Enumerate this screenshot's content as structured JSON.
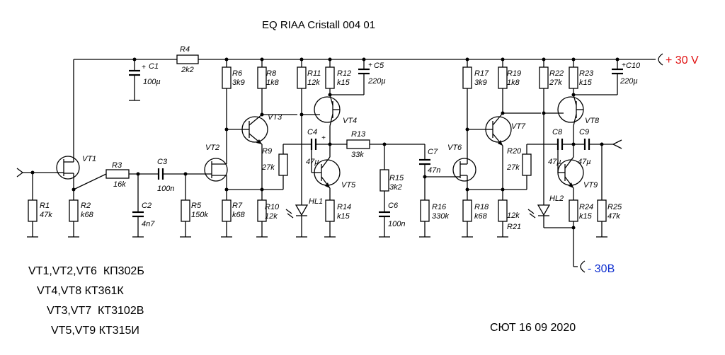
{
  "title": "EQ RIAA Cristall 004 01",
  "supply": {
    "plus": "+ 30 V",
    "minus": "- 30В",
    "plus_color": "#e01010",
    "minus_color": "#1030d0"
  },
  "signature": "СЮТ 16 09 2020",
  "transistor_notes": [
    "VT1,VT2,VT6  КП302Б",
    "VT4,VT8 КТ361К",
    "VT3,VT7  КТ3102В",
    "VT5,VT9 КТ315И"
  ],
  "components": {
    "C1": {
      "ref": "C1",
      "val": "100µ"
    },
    "C2": {
      "ref": "C2",
      "val": "4n7"
    },
    "C3": {
      "ref": "C3",
      "val": "100n"
    },
    "C4": {
      "ref": "C4",
      "val": "47µ"
    },
    "C5": {
      "ref": "C5",
      "val": "220µ"
    },
    "C6": {
      "ref": "C6",
      "val": "100n"
    },
    "C7": {
      "ref": "C7",
      "val": "47n"
    },
    "C8": {
      "ref": "C8",
      "val": "47µ"
    },
    "C9": {
      "ref": "C9",
      "val": "47µ"
    },
    "C10": {
      "ref": "C10",
      "val": "220µ"
    },
    "R1": {
      "ref": "R1",
      "val": "47k"
    },
    "R2": {
      "ref": "R2",
      "val": "k68"
    },
    "R3": {
      "ref": "R3",
      "val": "16k"
    },
    "R4": {
      "ref": "R4",
      "val": "2k2"
    },
    "R5": {
      "ref": "R5",
      "val": "150k"
    },
    "R6": {
      "ref": "R6",
      "val": "3k9"
    },
    "R7": {
      "ref": "R7",
      "val": "k68"
    },
    "R8": {
      "ref": "R8",
      "val": "1k8"
    },
    "R9": {
      "ref": "R9",
      "val": "27k"
    },
    "R10": {
      "ref": "R10",
      "val": "12k"
    },
    "R11": {
      "ref": "R11",
      "val": "12k"
    },
    "R12": {
      "ref": "R12",
      "val": "k15"
    },
    "R13": {
      "ref": "R13",
      "val": "33k"
    },
    "R14": {
      "ref": "R14",
      "val": "k15"
    },
    "R15": {
      "ref": "R15",
      "val": "3k2"
    },
    "R16": {
      "ref": "R16",
      "val": "330k"
    },
    "R17": {
      "ref": "R17",
      "val": "3k9"
    },
    "R18": {
      "ref": "R18",
      "val": "k68"
    },
    "R19": {
      "ref": "R19",
      "val": "1k8"
    },
    "R20": {
      "ref": "R20",
      "val": "27k"
    },
    "R21": {
      "ref": "R21",
      "val": "12k"
    },
    "R22": {
      "ref": "R22",
      "val": "27k"
    },
    "R23": {
      "ref": "R23",
      "val": "k15"
    },
    "R24": {
      "ref": "R24",
      "val": "k15"
    },
    "R25": {
      "ref": "R25",
      "val": "47k"
    },
    "VT1": {
      "ref": "VT1"
    },
    "VT2": {
      "ref": "VT2"
    },
    "VT3": {
      "ref": "VT3"
    },
    "VT4": {
      "ref": "VT4"
    },
    "VT5": {
      "ref": "VT5"
    },
    "VT6": {
      "ref": "VT6"
    },
    "VT7": {
      "ref": "VT7"
    },
    "VT8": {
      "ref": "VT8"
    },
    "VT9": {
      "ref": "VT9"
    },
    "HL1": {
      "ref": "HL1"
    },
    "HL2": {
      "ref": "HL2"
    }
  }
}
